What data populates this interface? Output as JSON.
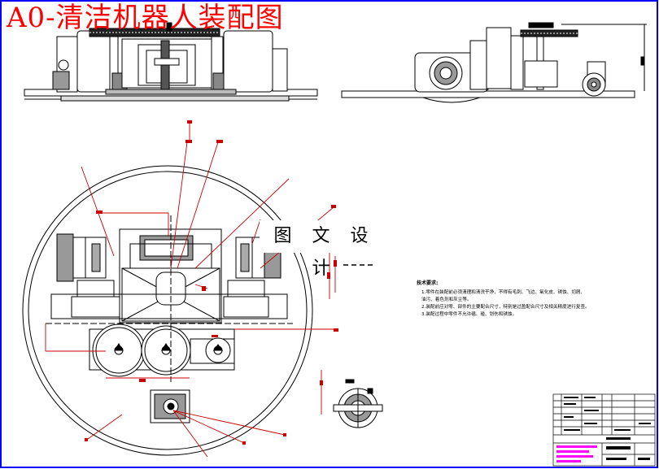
{
  "title": "A0-清洁机器人装配图",
  "watermark": "图 文 设 计",
  "notes": {
    "heading": "技术要求:",
    "items": [
      "1.零件在装配前必须清理和清洗干净，不得有毛刺、飞边、氧化皮、锈蚀、切屑、",
      "油污、着色剂和灰尘等。",
      "2.装配前应对零、部件的主要配合尺寸，特别是过盈配合尺寸及相关精度进行复查。",
      "3.装配过程中零件不允许磕、碰、划伤和锈蚀。"
    ]
  },
  "colors": {
    "line": "#000000",
    "leader": "#cc0000",
    "title": "#ff0000",
    "frame": "#0000ff",
    "titleblock_accent": "#ff00ff"
  }
}
